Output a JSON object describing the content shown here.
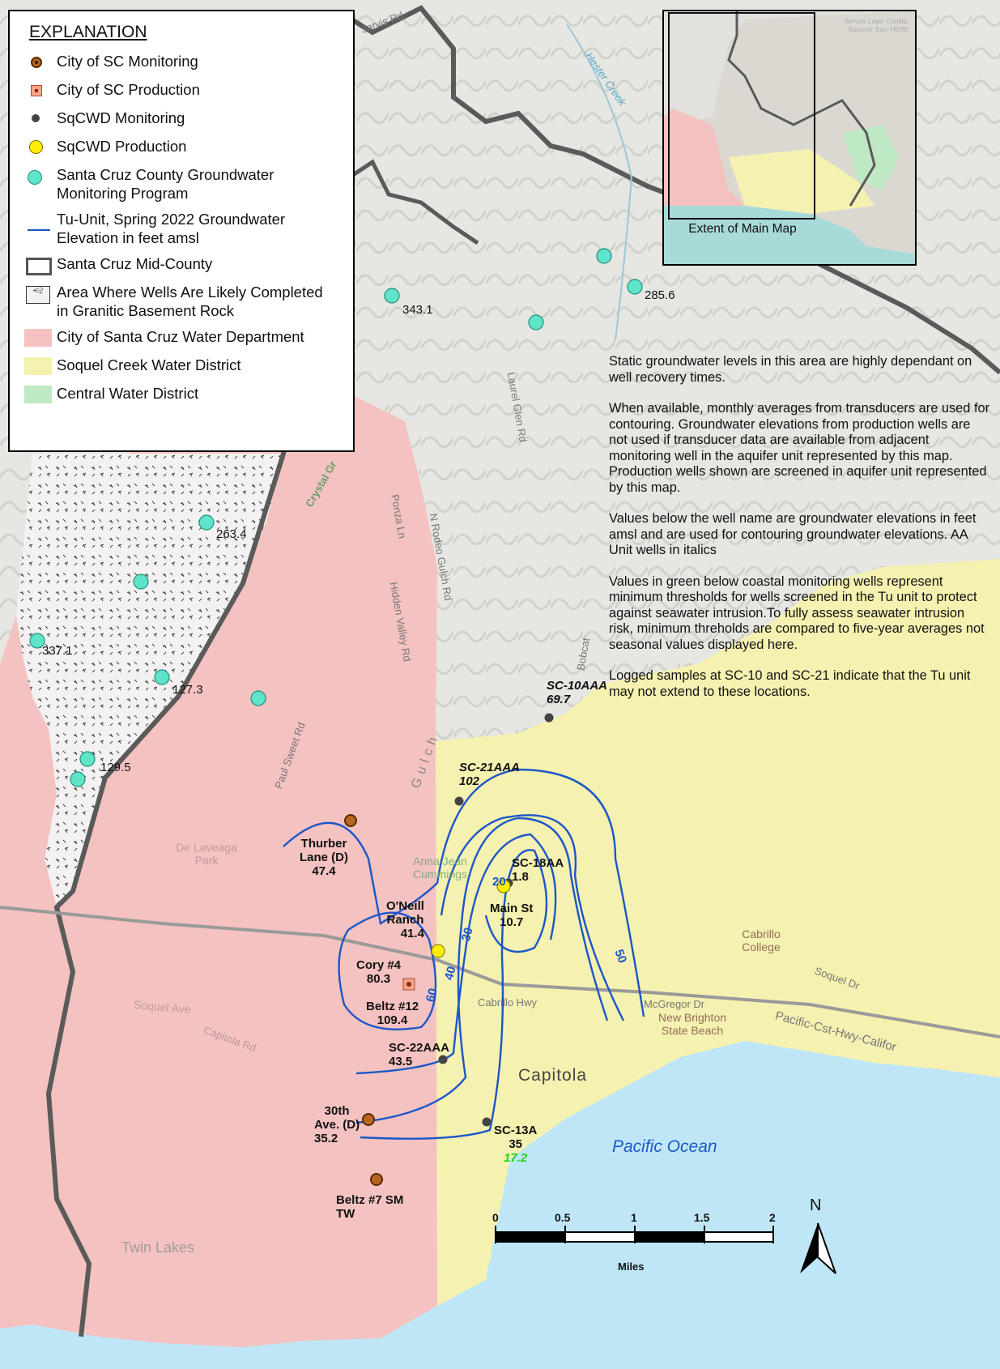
{
  "legend": {
    "title": "EXPLANATION",
    "items": [
      {
        "symbol": "dot-brown",
        "label": "City of SC Monitoring"
      },
      {
        "symbol": "square-orange",
        "label": "City of SC Production"
      },
      {
        "symbol": "dot-gray",
        "label": "SqCWD Monitoring"
      },
      {
        "symbol": "dot-yellow",
        "label": "SqCWD Production"
      },
      {
        "symbol": "dot-cyan",
        "label": "Santa Cruz County Groundwater Monitoring Program"
      },
      {
        "symbol": "blue-line",
        "label": "Tu-Unit, Spring 2022 Groundwater Elevation in feet amsl"
      },
      {
        "symbol": "gray-box",
        "label": "Santa Cruz Mid-County"
      },
      {
        "symbol": "hatch",
        "label": "Area Where Wells Are Likely Completed in Granitic Basement Rock"
      },
      {
        "symbol": "fill-pink",
        "label": "City of Santa Cruz Water Department"
      },
      {
        "symbol": "fill-yellow",
        "label": "Soquel Creek Water District"
      },
      {
        "symbol": "fill-green",
        "label": "Central Water District"
      }
    ]
  },
  "colors": {
    "pink": "#f4c2c0",
    "yellow": "#f5f1b0",
    "green": "#bfe9c4",
    "ocean": "#bfe6f7",
    "contour": "#1c57c9",
    "boundary": "#5a5a5a",
    "terrain": "#e4e4e0",
    "min_threshold": "#1fd21f"
  },
  "inset": {
    "caption": "Extent of Main Map",
    "credit": "Service Layer Credits: Sources: Esri, HERE"
  },
  "notes": [
    "Static groundwater levels in this area are highly dependant on well recovery times.",
    "When available, monthly averages from transducers are used for contouring. Groundwater elevations from production wells are not used if transducer data are available from adjacent monitoring well in the aquifer unit represented by this map. Production wells shown are screened in aquifer unit represented by this map.",
    "Values below the well name are groundwater elevations in feet amsl and are used for contouring groundwater elevations. AA Unit wells in italics",
    "Values in green below coastal monitoring wells represent minimum thresholds for wells screened in the Tu unit to protect against seawater intrusion.To fully assess seawater intrusion risk, minimum threholds are compared to five-year averages not seasonal values displayed here.",
    "Logged samples at SC-10 and SC-21 indicate that the Tu unit may not extend to these locations."
  ],
  "wells": {
    "sc10": {
      "name": "SC-10AAA",
      "value": "69.7"
    },
    "sc21": {
      "name": "SC-21AAA",
      "value": "102"
    },
    "sc18": {
      "name": "SC-18AA",
      "value": "1.8"
    },
    "mainst": {
      "name": "Main St",
      "value": "10.7"
    },
    "thurber": {
      "name1": "Thurber",
      "name2": "Lane (D)",
      "value": "47.4"
    },
    "oneill": {
      "name1": "O'Neill",
      "name2": "Ranch",
      "value": "41.4"
    },
    "cory": {
      "name": "Cory #4",
      "value": "80.3"
    },
    "beltz12": {
      "name": "Beltz #12",
      "value": "109.4"
    },
    "sc22": {
      "name": "SC-22AAA",
      "value": "43.5"
    },
    "ave30": {
      "name1": "30th",
      "name2": "Ave. (D)",
      "value": "35.2"
    },
    "sc13": {
      "name": "SC-13A",
      "value": "35",
      "threshold": "17.2"
    },
    "beltz7": {
      "name1": "Beltz #7 SM",
      "name2": "TW"
    }
  },
  "county_values": {
    "v3431": "343.1",
    "v2856": "285.6",
    "v2634": "263.4",
    "v3371": "337.1",
    "v1273": "127.3",
    "v1295": "129.5"
  },
  "contour_labels": [
    "20",
    "30",
    "40",
    "50",
    "60"
  ],
  "places": {
    "capitola": "Capitola",
    "pacific": "Pacific Ocean",
    "cabrillo_college": "Cabrillo College",
    "new_brighton": "New Brighton State Beach",
    "twin_lakes": "Twin Lakes",
    "soquel_ave": "Soquel Ave",
    "anna_jean": "Anna Jean Cummings",
    "de_laveaga": "De Laveaga Park"
  },
  "roads": {
    "jarvis": "Jarvis Rd",
    "hester": "Hester Creek",
    "laurel": "Laurel Glen Rd",
    "ponza": "Ponza Ln",
    "rodeo": "N Rodeo Gulch Rd",
    "hidden": "Hidden Valley Rd",
    "paul": "Paul Sweet Rd",
    "cabrillo": "Cabrillo Hwy",
    "mcgregor": "McGregor Dr",
    "pacific_cst": "Pacific-Cst-Hwy-Califor",
    "soquel_dr": "Soquel Dr",
    "capitola_rd": "Capitola Rd",
    "crystal": "Crystal Gr",
    "bobcat": "Bobcat",
    "gulch": "Gulch"
  },
  "scale": {
    "ticks": [
      "0",
      "0.5",
      "1",
      "1.5",
      "2"
    ],
    "unit": "Miles",
    "north": "N"
  }
}
